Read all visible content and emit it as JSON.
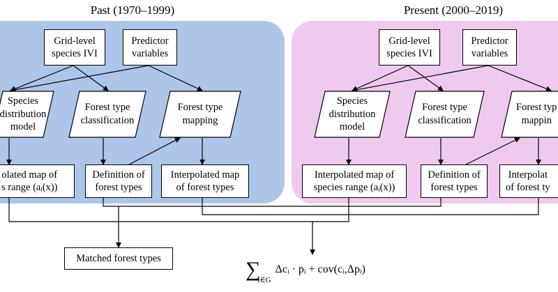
{
  "past": {
    "title": "Past (1970–1999)",
    "grid_level": "Grid-level\nspecies IVI",
    "predictor": "Predictor\nvariables",
    "sdm": "Species\ndistribution\nmodel",
    "ftc": "Forest type\nclassification",
    "ftm": "Forest type\nmapping",
    "interp_range": "olated map of\ns range (aᵢ(x))",
    "def_types": "Definition  of\nforest types",
    "interp_ft": "Interpolated map\nof forest types"
  },
  "present": {
    "title": "Present (2000–2019)",
    "grid_level": "Grid-level\nspecies IVI",
    "predictor": "Predictor\nvariables",
    "sdm": "Species\ndistribution\nmodel",
    "ftc": "Forest type\nclassification",
    "ftm": "Forest typ\nmappin",
    "interp_range": "Interpolated map of\nspecies range (aᵢ(x))",
    "def_types": "Definition  of\nforest types",
    "interp_ft": "Interpolat\nof forest ty"
  },
  "matched": "Matched forest types",
  "formula": {
    "sum": "∑",
    "subscript": "i∈G",
    "expression": "Δcᵢ · pᵢ + cov(cᵢ,Δpᵢ)"
  }
}
